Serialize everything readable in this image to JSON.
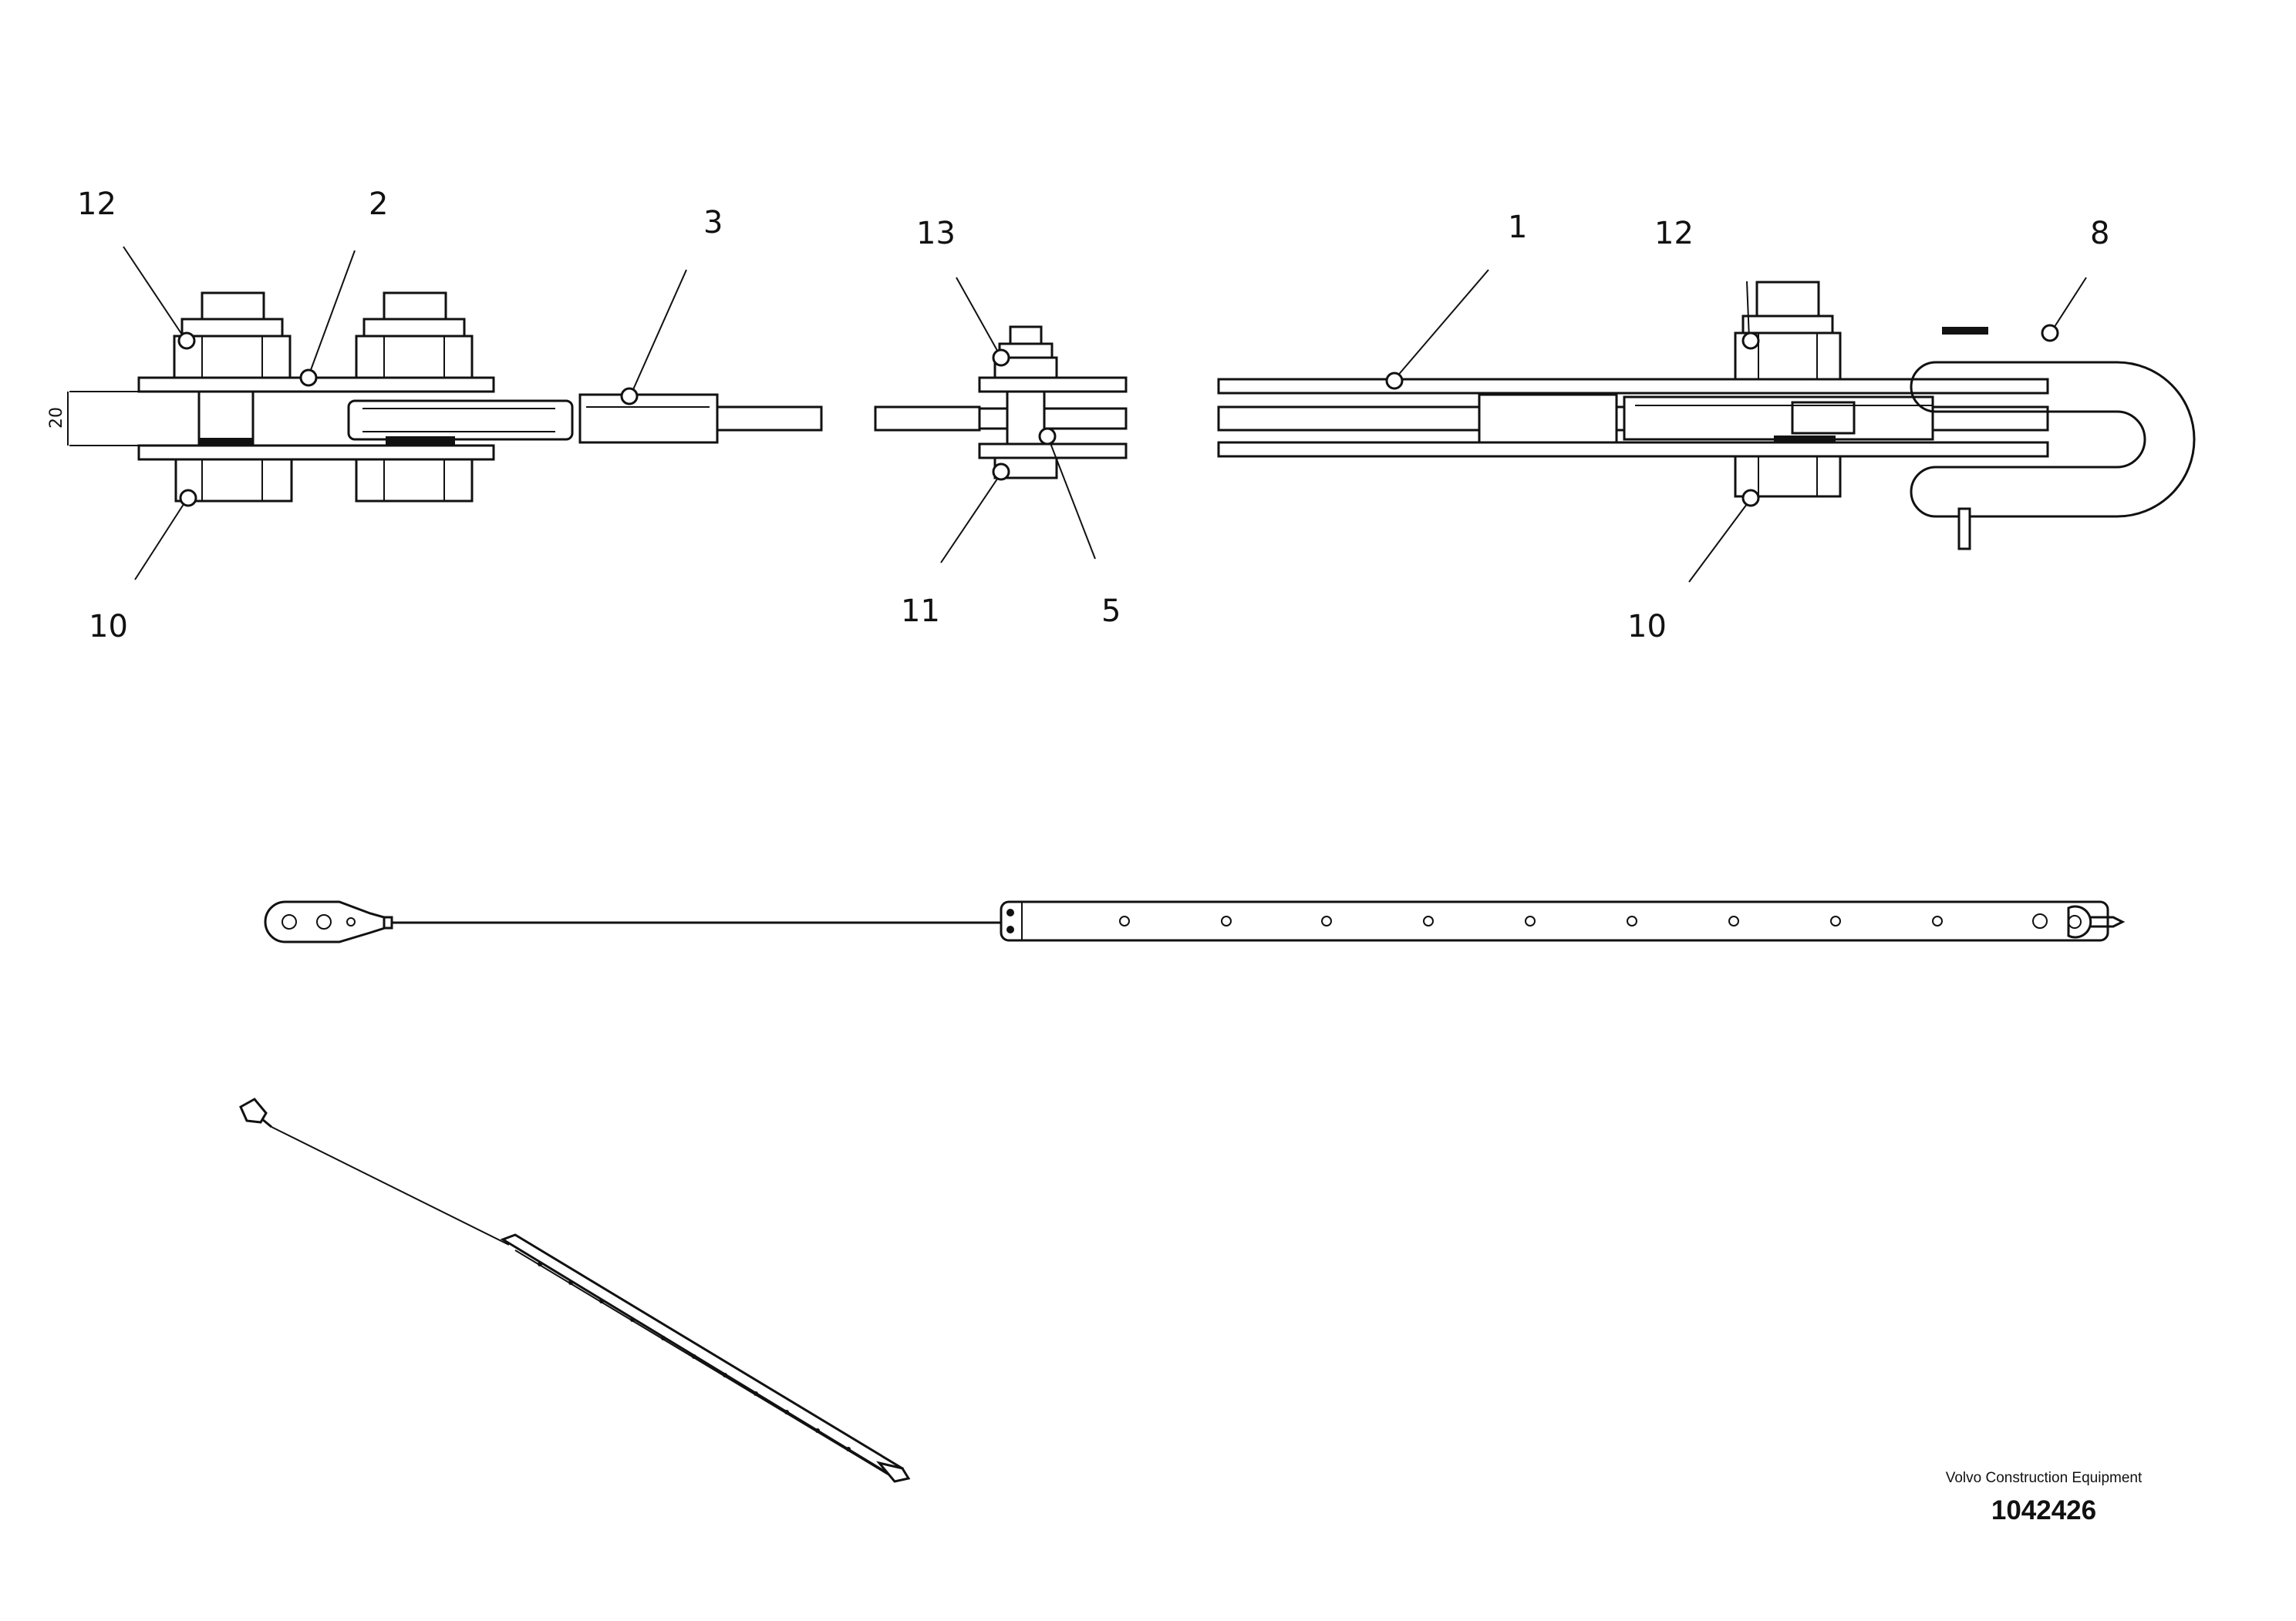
{
  "callouts": {
    "c12_left": "12",
    "c2": "2",
    "c3": "3",
    "c13": "13",
    "c1": "1",
    "c12_right": "12",
    "c8": "8",
    "c10_left": "10",
    "c11": "11",
    "c5": "5",
    "c10_right": "10"
  },
  "dimension": "20",
  "footer": {
    "company": "Volvo Construction Equipment",
    "document_number": "1042426"
  }
}
